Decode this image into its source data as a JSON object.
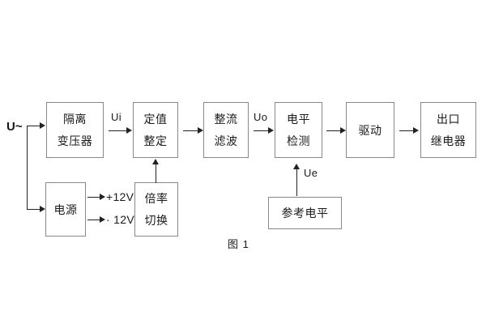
{
  "figure": {
    "caption": "图 1",
    "source_label": "U~",
    "blocks": [
      {
        "id": "isolation-transformer",
        "lines": [
          "隔离",
          "变压器"
        ]
      },
      {
        "id": "setting-value",
        "lines": [
          "定值",
          "整定"
        ]
      },
      {
        "id": "rectify-filter",
        "lines": [
          "整流",
          "滤波"
        ]
      },
      {
        "id": "level-detect",
        "lines": [
          "电平",
          "检测"
        ]
      },
      {
        "id": "drive",
        "lines": [
          "驱动"
        ]
      },
      {
        "id": "output-relay",
        "lines": [
          "出口",
          "继电器"
        ]
      },
      {
        "id": "power-supply",
        "lines": [
          "电源"
        ]
      },
      {
        "id": "multiplier-switch",
        "lines": [
          "倍率",
          "切换"
        ]
      },
      {
        "id": "reference-level",
        "lines": [
          "参考电平"
        ]
      }
    ],
    "signals": {
      "ui": "Ui",
      "uo": "Uo",
      "ue": "Ue"
    },
    "rails": {
      "positive": "+12V",
      "negative": "· 12V"
    },
    "colors": {
      "box_border": "#888888",
      "line": "#222222",
      "text": "#1a1a1a",
      "background": "#ffffff"
    }
  }
}
